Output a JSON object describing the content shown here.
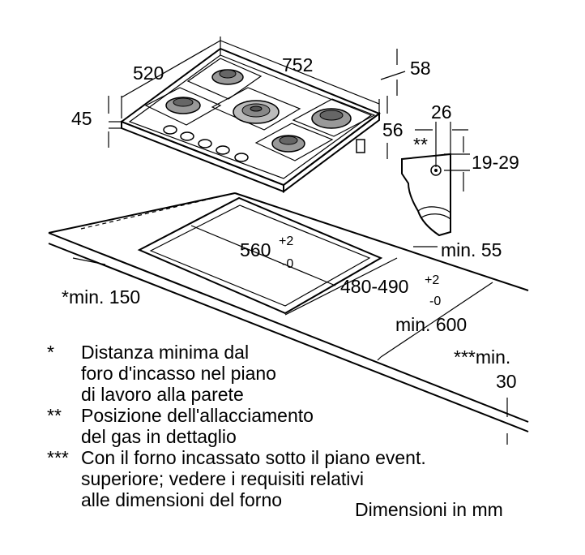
{
  "dimensions": {
    "width_752": "752",
    "depth_520": "520",
    "height_45": "45",
    "edge_58": "58",
    "edge_56": "56",
    "gas_26": "26",
    "gas_marker": "**",
    "gas_range": "19-29",
    "cutout_width": "560",
    "cutout_width_tol_plus": "+2",
    "cutout_width_tol_minus": "-0",
    "cutout_depth": "480-490",
    "cutout_depth_tol_plus": "+2",
    "cutout_depth_tol_minus": "-0",
    "min_55": "min. 55",
    "min_150": "*min. 150",
    "min_600": "min. 600",
    "min_30_label": "***min.",
    "min_30_value": "30"
  },
  "notes": [
    {
      "mark": "*",
      "lines": [
        "Distanza minima dal",
        "foro d'incasso nel piano",
        "di lavoro alla parete"
      ]
    },
    {
      "mark": "**",
      "lines": [
        "Posizione dell'allacciamento",
        "del gas in dettaglio"
      ]
    },
    {
      "mark": "***",
      "lines": [
        "Con il forno incassato sotto il piano event.",
        "superiore; vedere i requisiti relativi",
        "alle dimensioni del forno"
      ]
    }
  ],
  "units_label": "Dimensioni in mm"
}
